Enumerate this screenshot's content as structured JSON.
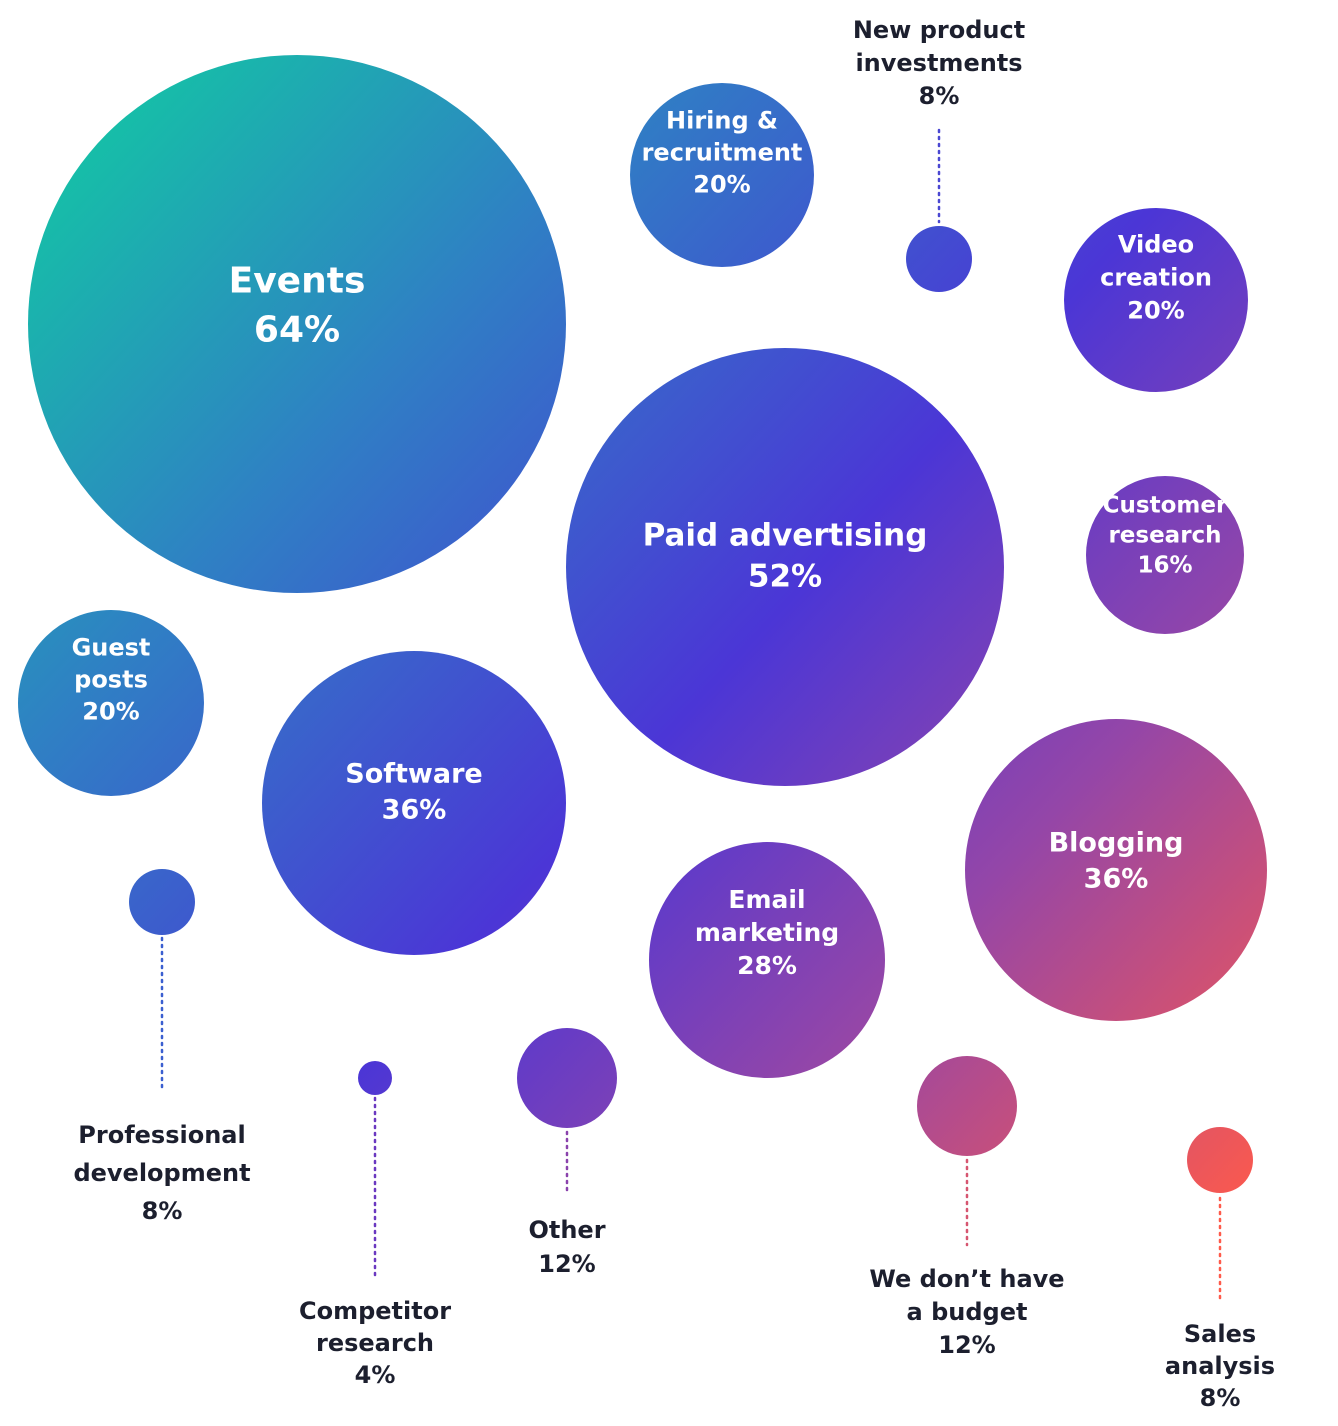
{
  "chart_data": {
    "type": "bubble",
    "unit": "%",
    "items": [
      {
        "label": [
          "Events",
          "64%"
        ],
        "value": 64,
        "color": "#1fb8a3",
        "label_position": "inside"
      },
      {
        "label": [
          "Paid advertising",
          "52%"
        ],
        "value": 52,
        "color": "#4b36d6",
        "label_position": "inside"
      },
      {
        "label": [
          "Software",
          "36%"
        ],
        "value": 36,
        "color": "#4a3fd8",
        "label_position": "inside"
      },
      {
        "label": [
          "Blogging",
          "36%"
        ],
        "value": 36,
        "color": "#d4506f",
        "label_position": "inside"
      },
      {
        "label": [
          "Email",
          "marketing",
          "28%"
        ],
        "value": 28,
        "color": "#9446a8",
        "label_position": "inside"
      },
      {
        "label": [
          "Hiring &",
          "recruitment",
          "20%"
        ],
        "value": 20,
        "color": "#3370c8",
        "label_position": "inside"
      },
      {
        "label": [
          "Video",
          "creation",
          "20%"
        ],
        "value": 20,
        "color": "#6a3dc0",
        "label_position": "inside"
      },
      {
        "label": [
          "Guest",
          "posts",
          "20%"
        ],
        "value": 20,
        "color": "#3374c2",
        "label_position": "inside"
      },
      {
        "label": [
          "Customer",
          "research",
          "16%"
        ],
        "value": 16,
        "color": "#9c489c",
        "label_position": "inside"
      },
      {
        "label": [
          "New product",
          "investments",
          "8%"
        ],
        "value": 8,
        "color": "#4a47d2",
        "label_position": "above"
      },
      {
        "label": [
          "Professional",
          "development",
          "8%"
        ],
        "value": 8,
        "color": "#3a5fd0",
        "label_position": "below"
      },
      {
        "label": [
          "Competitor",
          "research",
          "4%"
        ],
        "value": 4,
        "color": "#6a38c0",
        "label_position": "below"
      },
      {
        "label": [
          "Other",
          "12%"
        ],
        "value": 12,
        "color": "#8a42ac",
        "label_position": "below"
      },
      {
        "label": [
          "We don’t have",
          "a budget",
          "12%"
        ],
        "value": 12,
        "color": "#d65570",
        "label_position": "below"
      },
      {
        "label": [
          "Sales",
          "analysis",
          "8%"
        ],
        "value": 8,
        "color": "#ff5a4a",
        "label_position": "below"
      }
    ]
  }
}
